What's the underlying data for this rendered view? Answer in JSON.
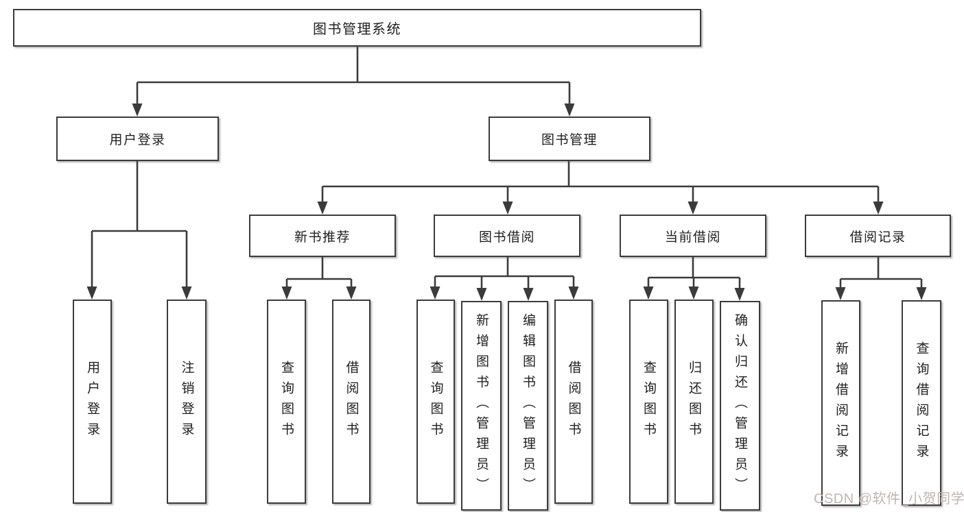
{
  "colors": {
    "line": "#3b3b3b",
    "box_border": "#3b3b3b",
    "text": "#1f1f1f",
    "background": "#ffffff",
    "watermark": "#c0b5b3"
  },
  "watermark": {
    "text": "CSDN @软件_小贺同学"
  },
  "diagram": {
    "root": {
      "label": "图书管理系统"
    },
    "user_login": {
      "label": "用户登录",
      "children": [
        {
          "label": "用户登录"
        },
        {
          "label": "注销登录"
        }
      ]
    },
    "book_mgmt": {
      "label": "图书管理",
      "sections": [
        {
          "label": "新书推荐",
          "children": [
            {
              "label": "查询图书"
            },
            {
              "label": "借阅图书"
            }
          ]
        },
        {
          "label": "图书借阅",
          "children": [
            {
              "label": "查询图书"
            },
            {
              "label": "新增图书（管理员）"
            },
            {
              "label": "编辑图书（管理员）"
            },
            {
              "label": "借阅图书"
            }
          ]
        },
        {
          "label": "当前借阅",
          "children": [
            {
              "label": "查询图书"
            },
            {
              "label": "归还图书"
            },
            {
              "label": "确认归还（管理员）"
            }
          ]
        },
        {
          "label": "借阅记录",
          "children": [
            {
              "label": "新增借阅记录"
            },
            {
              "label": "查询借阅记录"
            }
          ]
        }
      ]
    }
  }
}
